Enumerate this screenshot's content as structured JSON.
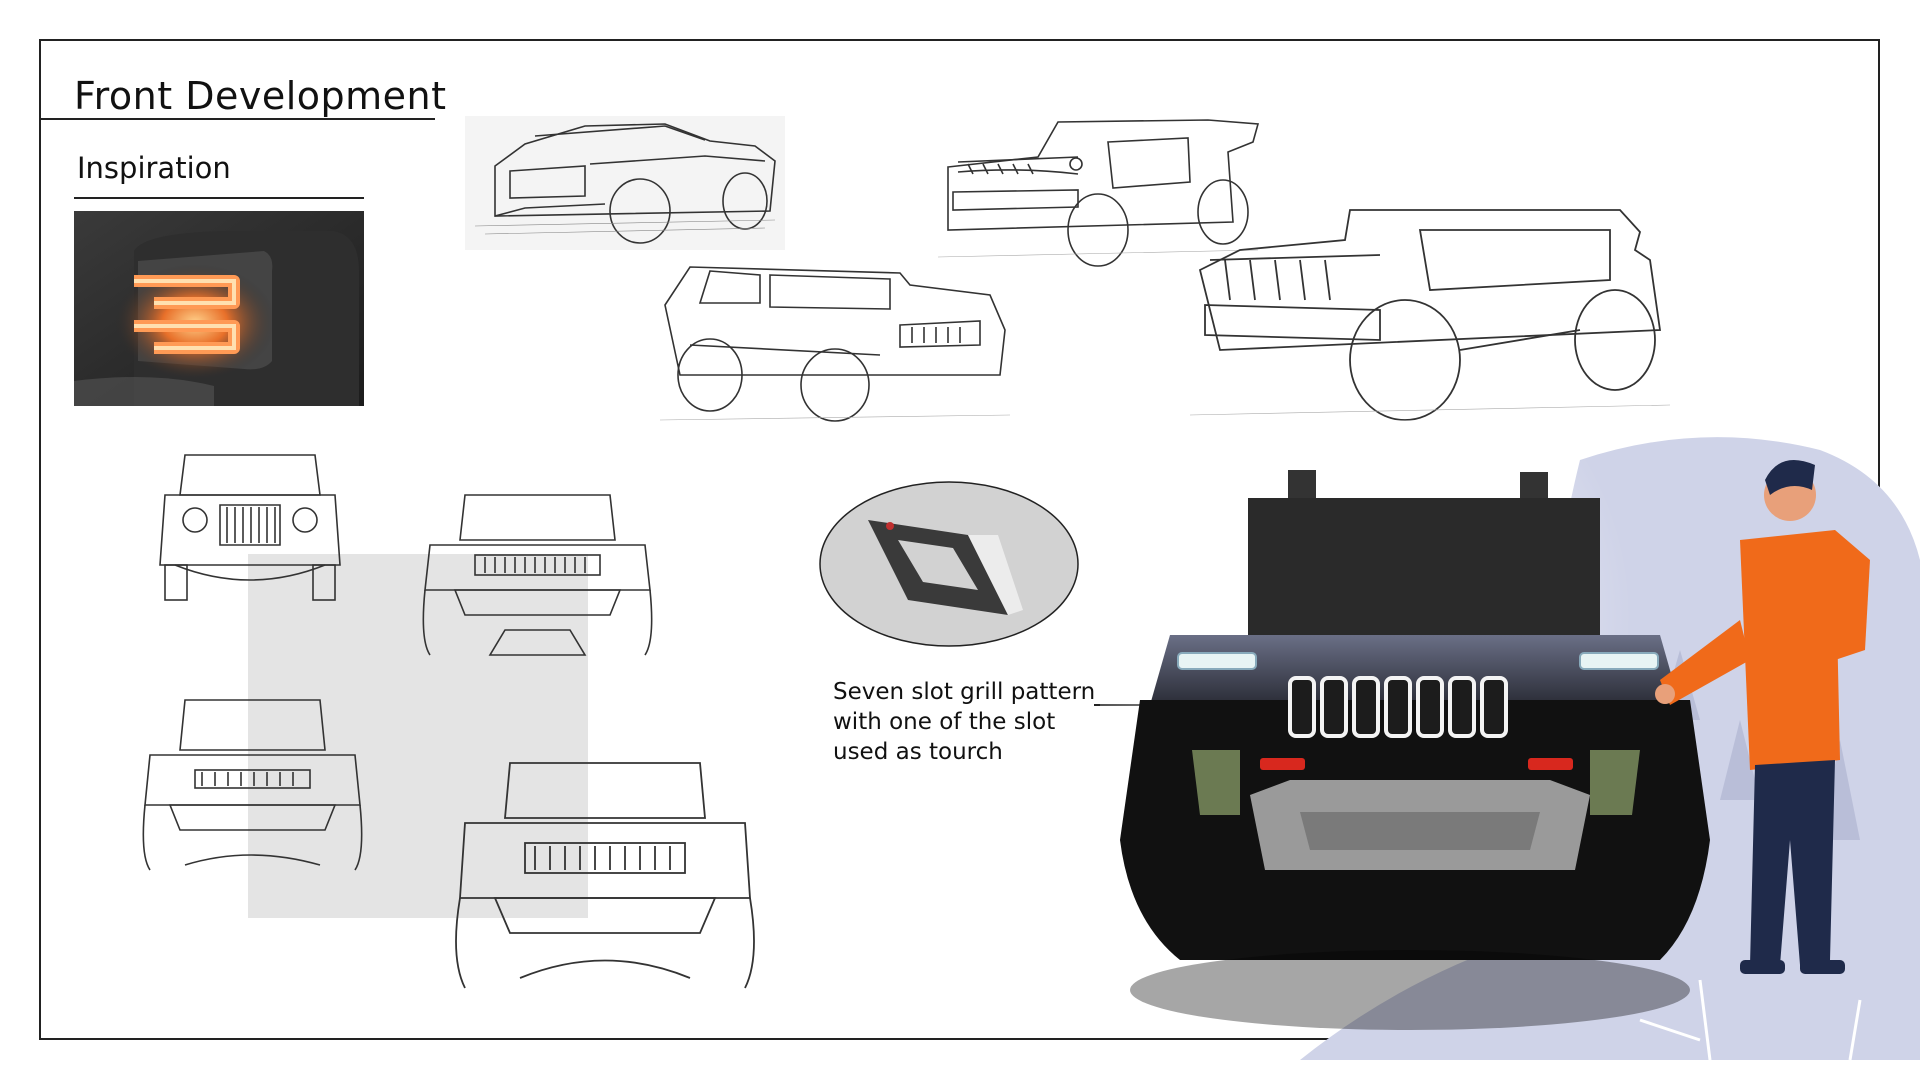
{
  "page": {
    "title": "Front Development",
    "subtitle": "Inspiration"
  },
  "annotation": {
    "text": "Seven slot grill pattern\nwith one of the slot\nused as tourch"
  },
  "icons": {
    "inspiration_image": "tail-light-photo",
    "sketches": [
      "perspective-sketch-1",
      "perspective-sketch-2",
      "perspective-sketch-3",
      "perspective-sketch-4",
      "front-view-sketch-1",
      "front-view-sketch-2",
      "front-view-sketch-3",
      "front-view-sketch-4"
    ],
    "detail": "torch-slot-detail",
    "render": "front-render-with-person"
  },
  "colors": {
    "accent_glow": "#e8702a",
    "jacket": "#f06a1a",
    "background_blob": "#cfd3e8",
    "headlight": "#e8f4f4",
    "taillight": "#d8281e",
    "bumper_olive": "#6b7a52"
  }
}
